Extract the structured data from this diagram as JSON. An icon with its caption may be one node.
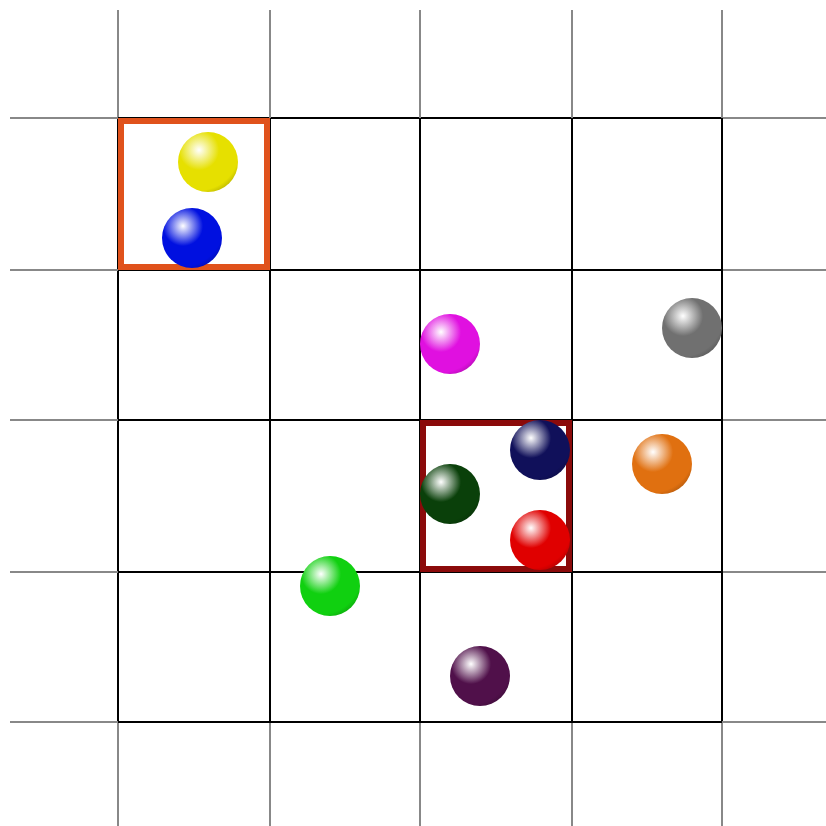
{
  "diagram": {
    "nodes": [
      {
        "text": [],
        "shape": "box"
      },
      {
        "text": [],
        "shape": "circle",
        "in": 0
      },
      {
        "text": [],
        "shape": "circle",
        "in": 0
      },
      {
        "text": [],
        "shape": "circle"
      },
      {
        "text": [],
        "shape": "circle"
      },
      {
        "text": [],
        "shape": "box"
      },
      {
        "text": [],
        "shape": "circle",
        "in": 5
      },
      {
        "text": [],
        "shape": "circle",
        "in": 5
      },
      {
        "text": [],
        "shape": "circle",
        "in": 5
      },
      {
        "text": [],
        "shape": "circle"
      },
      {
        "text": [],
        "shape": "circle"
      },
      {
        "text": [],
        "shape": "circle"
      }
    ]
  }
}
